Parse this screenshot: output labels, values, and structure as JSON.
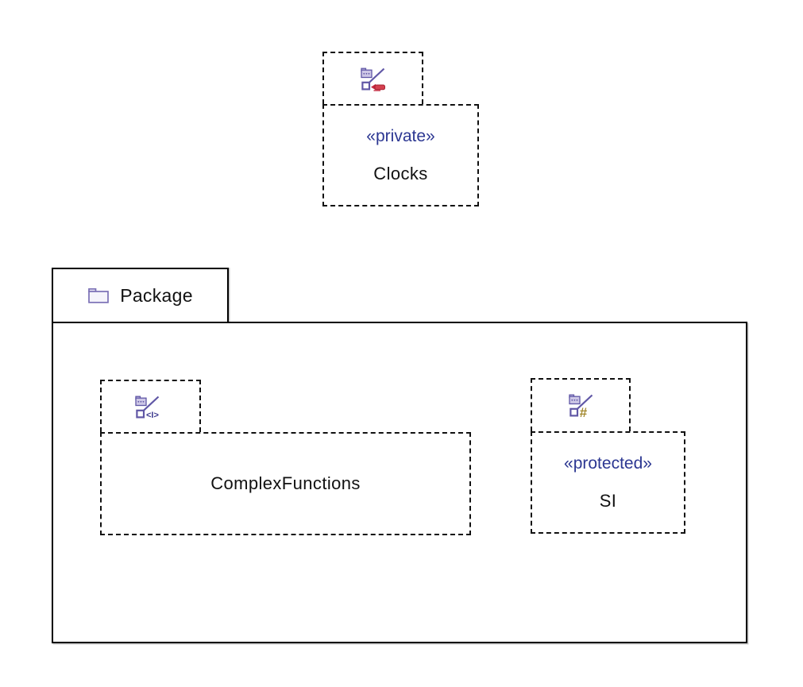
{
  "diagram": {
    "type": "uml-package-diagram",
    "elements": {
      "clocks": {
        "stereotype": "«private»",
        "name": "Clocks",
        "visibility": "private",
        "icon": "element-import-private-icon"
      },
      "package": {
        "name": "Package",
        "icon": "folder-icon"
      },
      "complex_functions": {
        "name": "ComplexFunctions",
        "import_marker": "<I>",
        "icon": "element-import-icon"
      },
      "si": {
        "stereotype": "«protected»",
        "name": "SI",
        "visibility": "protected",
        "protected_marker": "#",
        "icon": "element-import-protected-icon"
      }
    },
    "colors": {
      "border": "#111111",
      "stereotype_text": "#2c3792",
      "name_text": "#111111",
      "icon_purple": "#6057a6",
      "icon_folder_fill": "#cdc7e6",
      "private_red": "#cc2f45",
      "protected_gold": "#a3882e",
      "package_folder_outline": "#7a6fb5",
      "package_folder_fill": "#f5f4fb"
    }
  }
}
